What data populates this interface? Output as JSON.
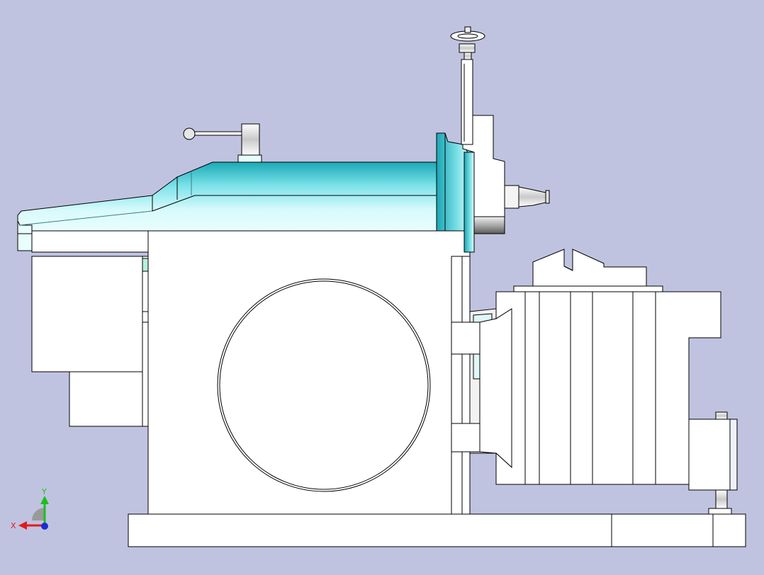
{
  "viewport": {
    "background_color": "#c0c3e0",
    "model_fill_color": "#ffffff",
    "edge_color": "#000000",
    "highlight_colors": [
      "#1fb5c2",
      "#dffbfd",
      "#e9fdfd"
    ]
  },
  "axis_triad": {
    "x_label": "X",
    "y_label": "Y",
    "x_color": "#e01b1b",
    "y_color": "#1bbf1b",
    "z_color": "#1b2bd8"
  },
  "model": {
    "view": "side elevation",
    "parts": [
      "ram-body",
      "ram-handle-lever",
      "tool-head",
      "tool-head-handwheel",
      "cutting-tool",
      "machine-column",
      "flywheel-cover",
      "side-gearbox",
      "cross-rail",
      "work-table",
      "vise",
      "table-support-screw",
      "base-plate"
    ]
  }
}
